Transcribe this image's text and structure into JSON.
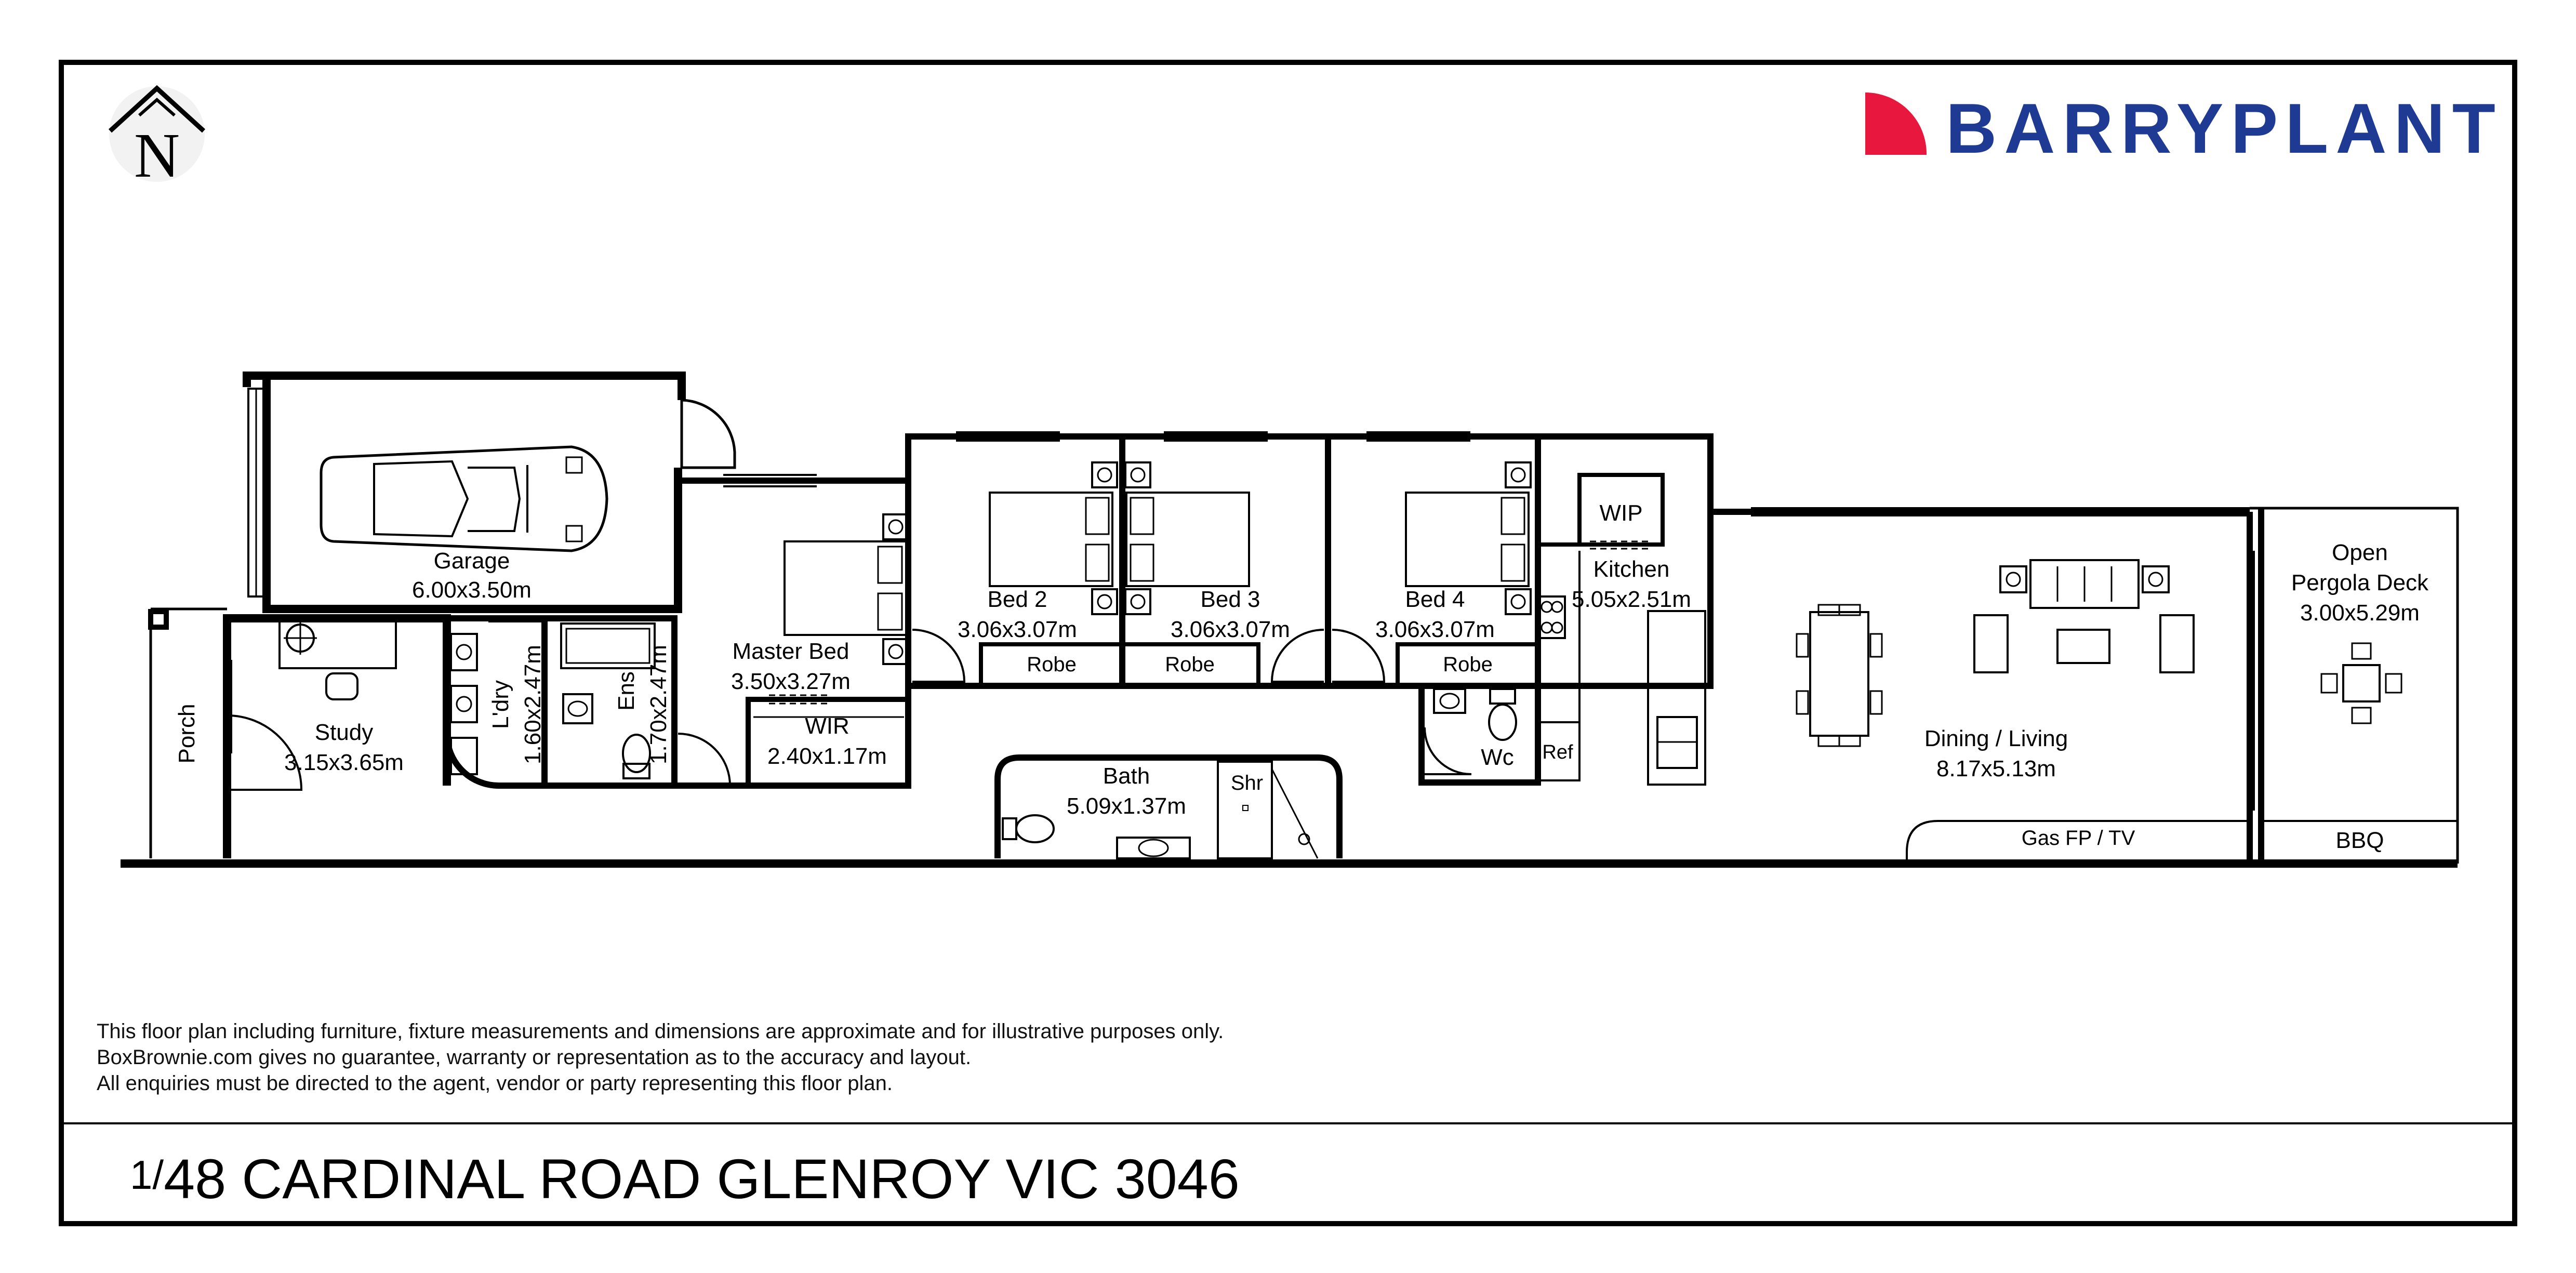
{
  "brand": {
    "name": "BARRYPLANT",
    "accent_color": "#e8173d",
    "text_color": "#1f3a93"
  },
  "compass": {
    "label": "N",
    "icon": "north-arrow-icon"
  },
  "rooms": {
    "garage": {
      "name": "Garage",
      "dims": "6.00x3.50m"
    },
    "porch": {
      "name": "Porch"
    },
    "study": {
      "name": "Study",
      "dims": "3.15x3.65m"
    },
    "laundry": {
      "name": "L'dry",
      "dims": "1.60x2.47m"
    },
    "ensuite": {
      "name": "Ens",
      "dims": "1.70x2.47m"
    },
    "master_bed": {
      "name": "Master Bed",
      "dims": "3.50x3.27m"
    },
    "wir": {
      "name": "WIR",
      "dims": "2.40x1.17m"
    },
    "bed2": {
      "name": "Bed 2",
      "dims": "3.06x3.07m"
    },
    "bed3": {
      "name": "Bed 3",
      "dims": "3.06x3.07m"
    },
    "bed4": {
      "name": "Bed 4",
      "dims": "3.06x3.07m"
    },
    "robe": "Robe",
    "bath": {
      "name": "Bath",
      "dims": "5.09x1.37m"
    },
    "shower": "Shr",
    "wc": "Wc",
    "ref": "Ref",
    "wip": "WIP",
    "kitchen": {
      "name": "Kitchen",
      "dims": "5.05x2.51m"
    },
    "dining_living": {
      "name": "Dining / Living",
      "dims": "8.17x5.13m"
    },
    "gas_fp": "Gas FP / TV",
    "pergola": {
      "line1": "Open",
      "line2": "Pergola Deck",
      "dims": "3.00x5.29m"
    },
    "bbq": "BBQ"
  },
  "disclaimer": [
    "This floor plan including furniture, fixture measurements and dimensions are approximate and for illustrative purposes only.",
    "BoxBrownie.com gives no guarantee, warranty or representation as to the accuracy and layout.",
    "All enquiries must be directed to the agent, vendor or party representing this floor plan."
  ],
  "address": {
    "unit": "1/",
    "street": "48 CARDINAL ROAD GLENROY VIC 3046"
  }
}
